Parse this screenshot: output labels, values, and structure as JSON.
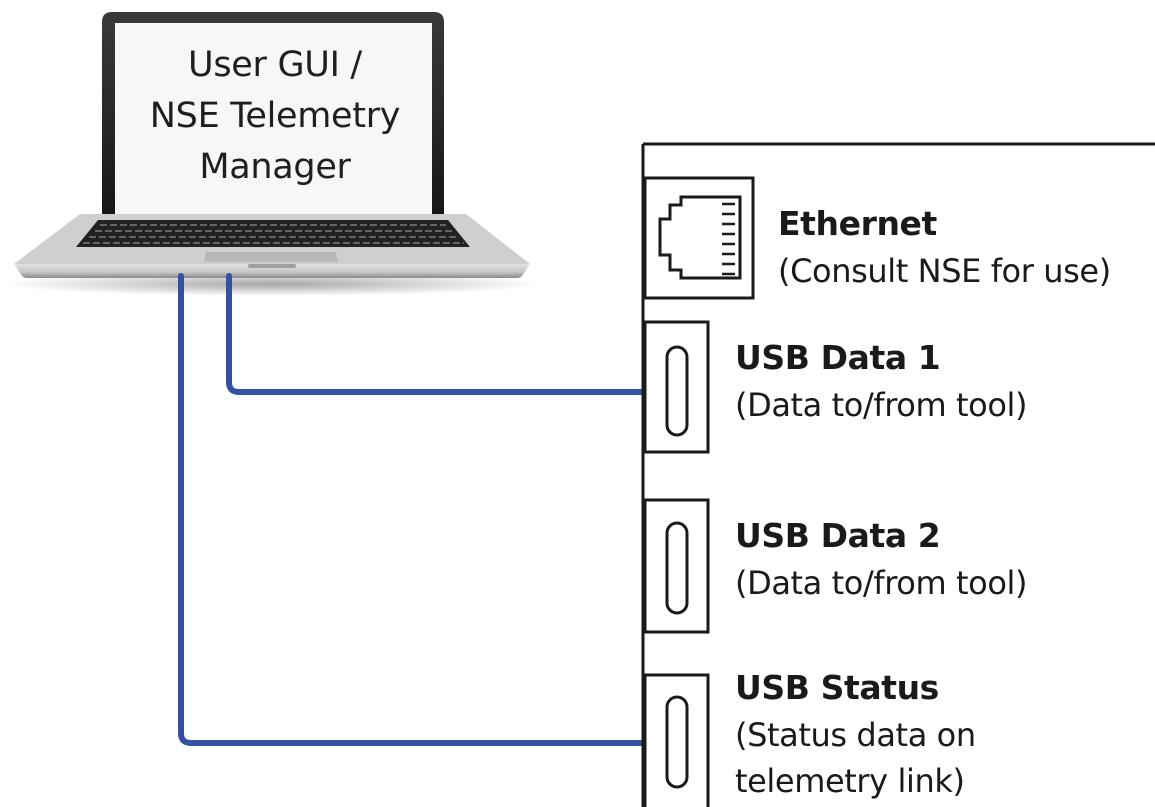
{
  "laptop": {
    "screen_lines": [
      "User GUI /",
      "NSE Telemetry",
      "Manager"
    ]
  },
  "ports": [
    {
      "name": "Ethernet",
      "description": [
        "(Consult NSE for use)"
      ]
    },
    {
      "name": "USB Data 1",
      "description": [
        "(Data to/from tool)"
      ]
    },
    {
      "name": "USB Data 2",
      "description": [
        "(Data to/from tool)"
      ]
    },
    {
      "name": "USB Status",
      "description": [
        "(Status data on",
        "telemetry link)"
      ]
    }
  ],
  "connections": [
    {
      "from": "laptop",
      "to": "USB Data 1",
      "color": "#3350a3"
    },
    {
      "from": "laptop",
      "to": "USB Status",
      "color": "#3350a3"
    }
  ],
  "colors": {
    "cable": "#3350a3",
    "outline": "#1a1a1a",
    "laptop_body": "#c9c9c9",
    "laptop_bezel": "#222222"
  }
}
